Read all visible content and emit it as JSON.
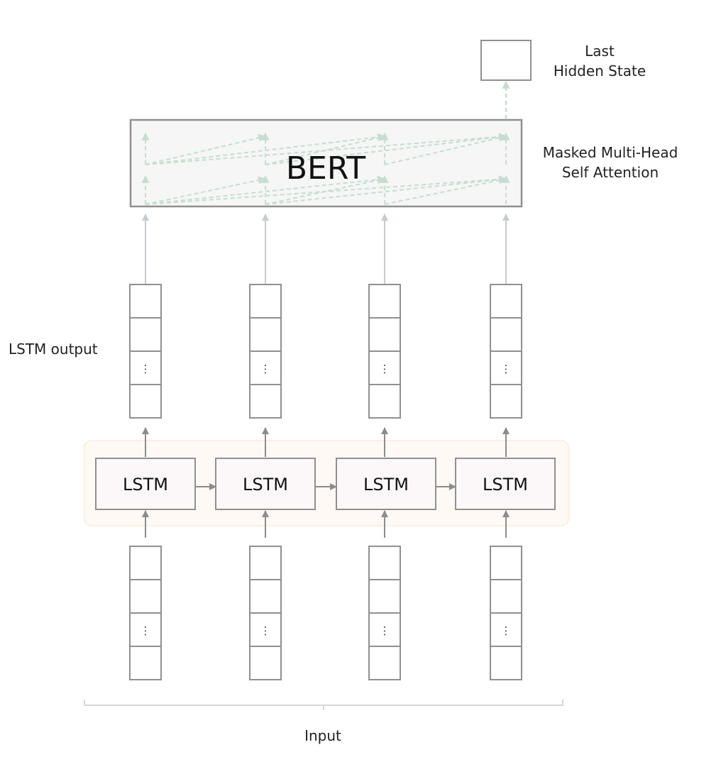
{
  "labels": {
    "last_hidden_state": [
      "Last",
      "Hidden State"
    ],
    "attention": [
      "Masked Multi-Head",
      "Self Attention"
    ],
    "lstm_output": "LSTM output",
    "input": "Input"
  },
  "bert": {
    "label": "BERT"
  },
  "lstm": {
    "cell_label": "LSTM",
    "count": 4
  },
  "vector": {
    "ellipsis": "⋮"
  },
  "colors": {
    "box_stroke": "#909090",
    "bert_fill": "#f5f6f5",
    "lstm_fill": "#fcf8f9",
    "lstm_group_fill": "#fef9f5",
    "lstm_group_stroke": "#fbe8d2",
    "arrow_gray": "#8c8c8c",
    "arrow_light": "#c6cbd3",
    "attention_green": "#c7ddd0",
    "brace": "#d6d6d6"
  }
}
